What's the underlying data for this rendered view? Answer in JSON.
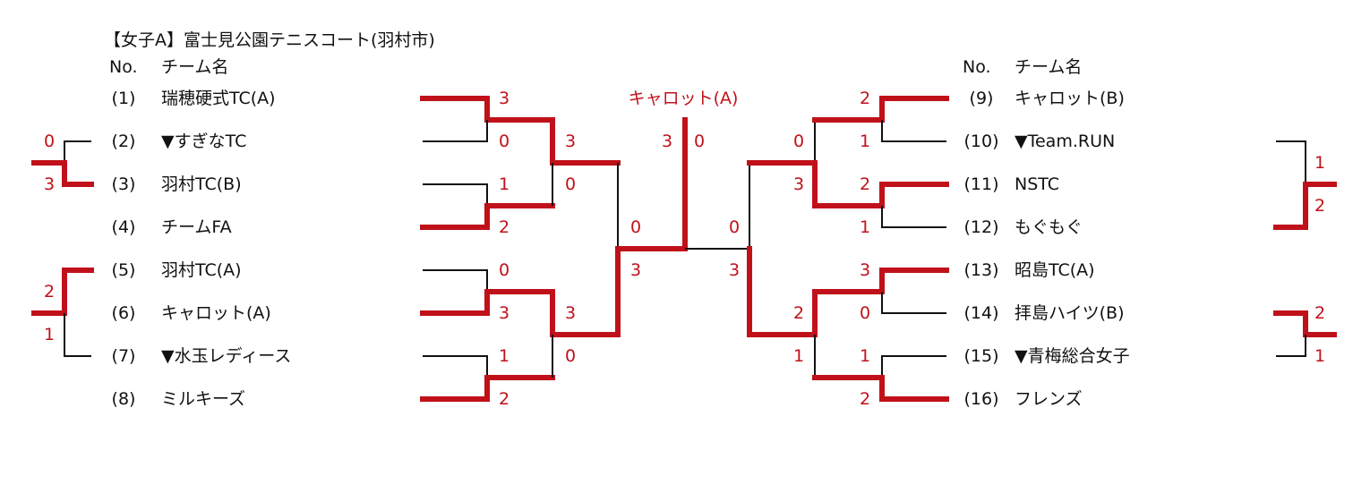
{
  "title": "【女子A】富士見公園テニスコート(羽村市)",
  "left_header": {
    "no": "No.",
    "team": "チーム名"
  },
  "right_header": {
    "no": "No.",
    "team": "チーム名"
  },
  "left_teams": [
    {
      "no": "(1)",
      "name": "瑞穂硬式TC(A)"
    },
    {
      "no": "(2)",
      "name": "▼すぎなTC"
    },
    {
      "no": "(3)",
      "name": "羽村TC(B)"
    },
    {
      "no": "(4)",
      "name": "チームFA"
    },
    {
      "no": "(5)",
      "name": "羽村TC(A)"
    },
    {
      "no": "(6)",
      "name": "キャロット(A)"
    },
    {
      "no": "(7)",
      "name": "▼水玉レディース"
    },
    {
      "no": "(8)",
      "name": "ミルキーズ"
    }
  ],
  "right_teams": [
    {
      "no": "(9)",
      "name": "キャロット(B)"
    },
    {
      "no": "(10)",
      "name": "▼Team.RUN"
    },
    {
      "no": "(11)",
      "name": "NSTC"
    },
    {
      "no": "(12)",
      "name": "もぐもぐ"
    },
    {
      "no": "(13)",
      "name": "昭島TC(A)"
    },
    {
      "no": "(14)",
      "name": "拝島ハイツ(B)"
    },
    {
      "no": "(15)",
      "name": "▼青梅総合女子"
    },
    {
      "no": "(16)",
      "name": "フレンズ"
    }
  ],
  "champion": "キャロット(A)",
  "scores": {
    "left_r1": [
      "3",
      "0",
      "1",
      "2",
      "0",
      "3",
      "1",
      "2"
    ],
    "left_r2": [
      "3",
      "0",
      "3",
      "0"
    ],
    "left_sf": [
      "0",
      "3"
    ],
    "final": [
      "3",
      "0"
    ],
    "right_sf": [
      "0",
      "3"
    ],
    "right_r2": [
      "0",
      "3",
      "2",
      "1"
    ],
    "right_r1": [
      "2",
      "1",
      "2",
      "1",
      "3",
      "0",
      "1",
      "2"
    ],
    "left_playoff": [
      "0",
      "3",
      "2",
      "1"
    ],
    "right_playoff": [
      "1",
      "2",
      "2",
      "1"
    ]
  },
  "colors": {
    "winner_line": "#c0111a",
    "loser_line": "#111111"
  }
}
